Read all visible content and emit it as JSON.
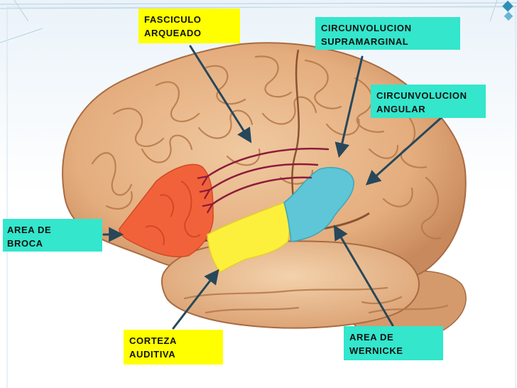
{
  "colors": {
    "yellow_label": "#ffff00",
    "cyan_label": "#33e6cc",
    "broca": "#f2623a",
    "auditory": "#fdf03c",
    "wernicke": "#5ec6d6",
    "brain": "#e4ad7e",
    "arrow": "#27485a",
    "arcuate": "#8c1c3c"
  },
  "labels": {
    "fasciculo": {
      "line1": "FASCICULO",
      "line2": "ARQUEADO"
    },
    "supramarginal": {
      "line1": "CIRCUNVOLUCION",
      "line2": "SUPRAMARGINAL"
    },
    "angular": {
      "line1": "CIRCUNVOLUCION",
      "line2": "ANGULAR"
    },
    "broca": {
      "line1": "AREA DE",
      "line2": "BROCA"
    },
    "corteza": {
      "line1": "CORTEZA",
      "line2": "AUDITIVA"
    },
    "wernicke": {
      "line1": "AREA DE",
      "line2": "WERNICKE"
    }
  }
}
